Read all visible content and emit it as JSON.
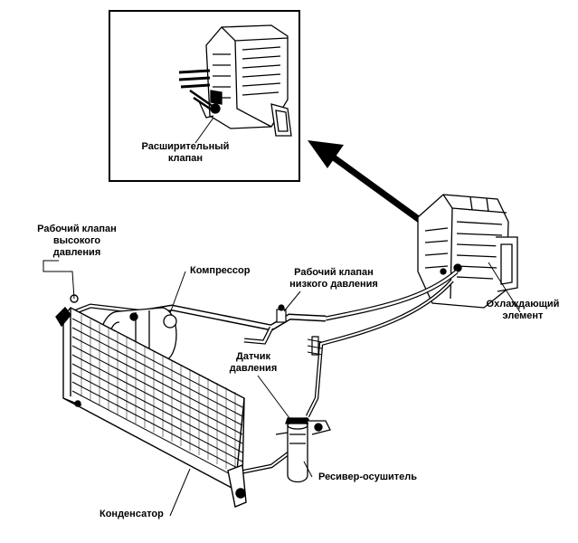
{
  "labels": {
    "expansion_valve": "Расширительный\nклапан",
    "high_pressure_valve": "Рабочий клапан\nвысокого\nдавления",
    "compressor": "Компрессор",
    "low_pressure_valve": "Рабочий клапан\nнизкого давления",
    "evaporator": "Охлаждающий\nэлемент",
    "pressure_sensor": "Датчик\nдавления",
    "receiver_dryer": "Ресивер-осушитель",
    "condenser": "Конденсатор"
  },
  "colors": {
    "ink": "#000000",
    "paper": "#ffffff"
  }
}
